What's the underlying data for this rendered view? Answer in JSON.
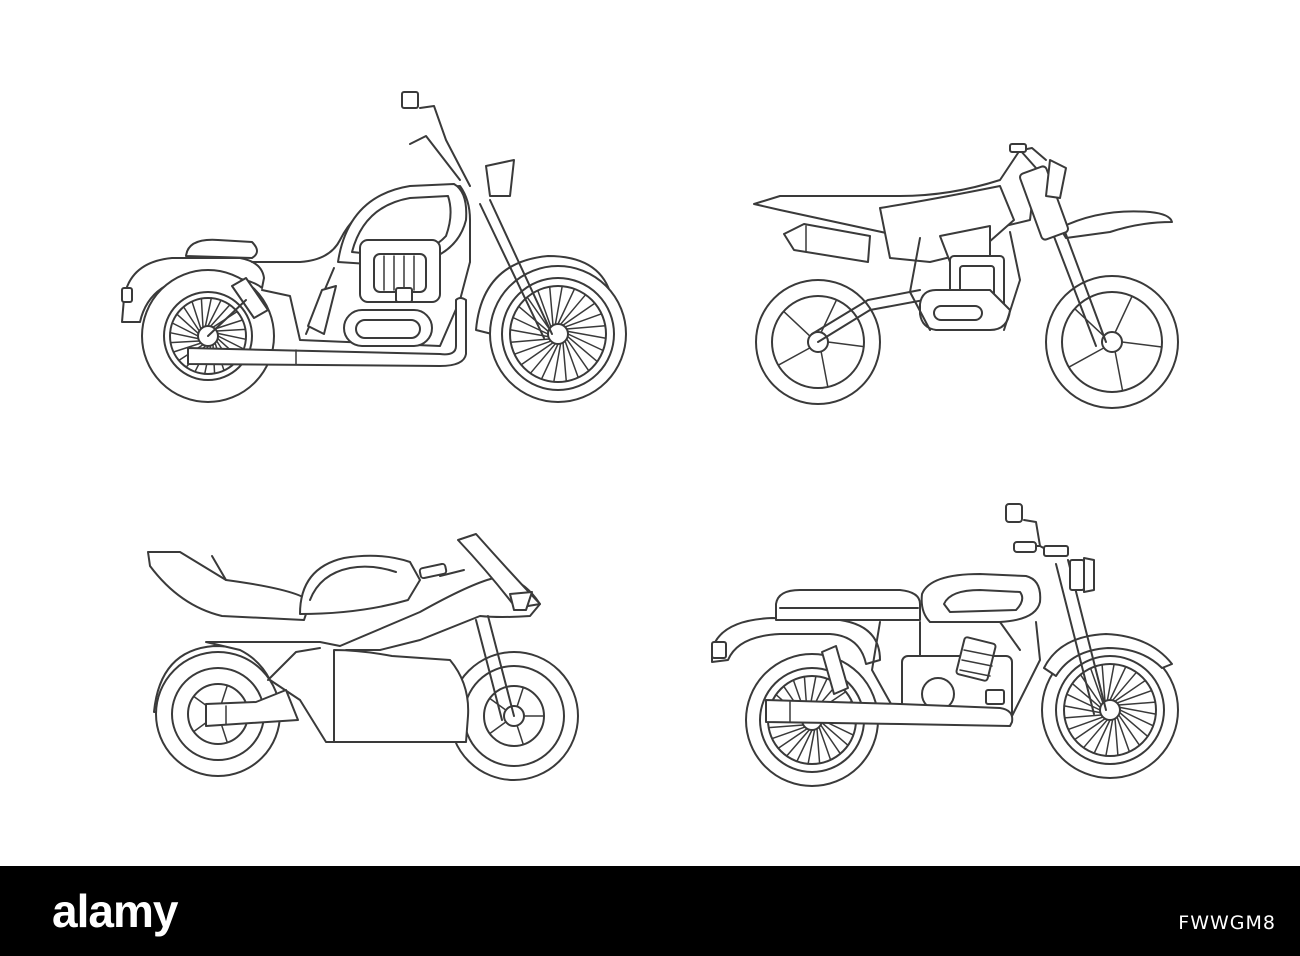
{
  "footer": {
    "logo_text": "alamy",
    "image_code": "FWWGM8",
    "background": "#000000",
    "text_color": "#ffffff"
  },
  "illustration": {
    "style": "monochrome line icons",
    "line_color": "#3a3a3a",
    "background": "#ffffff",
    "subjects": [
      "chopper-motorcycle",
      "dirt-bike",
      "sport-bike",
      "classic-motorcycle"
    ]
  }
}
